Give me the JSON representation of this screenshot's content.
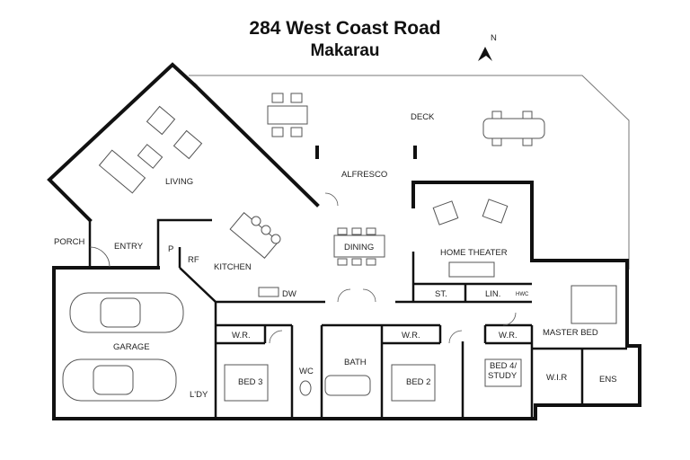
{
  "title": {
    "line1": "284 West Coast Road",
    "line2": "Makarau"
  },
  "compass": {
    "icon": "north-arrow-icon",
    "letter": "N"
  },
  "rooms": {
    "deck": "DECK",
    "alfresco": "ALFRESCO",
    "living": "LIVING",
    "porch": "PORCH",
    "entry": "ENTRY",
    "pantry": "P",
    "fridge": "RF",
    "kitchen": "KITCHEN",
    "dining": "DINING",
    "home_theater": "HOME THEATER",
    "store": "ST.",
    "linen": "LIN.",
    "hwc": "HWC",
    "dishwasher": "DW",
    "garage": "GARAGE",
    "laundry": "L'DY",
    "wr_bed3": "W.R.",
    "bed3": "BED 3",
    "wc": "WC",
    "bath": "BATH",
    "wr_bed2": "W.R.",
    "bed2": "BED 2",
    "wr_bed4": "W.R.",
    "bed4_line1": "BED 4/",
    "bed4_line2": "STUDY",
    "master_bed": "MASTER BED",
    "wir": "W.I.R",
    "ensuite": "ENS"
  }
}
